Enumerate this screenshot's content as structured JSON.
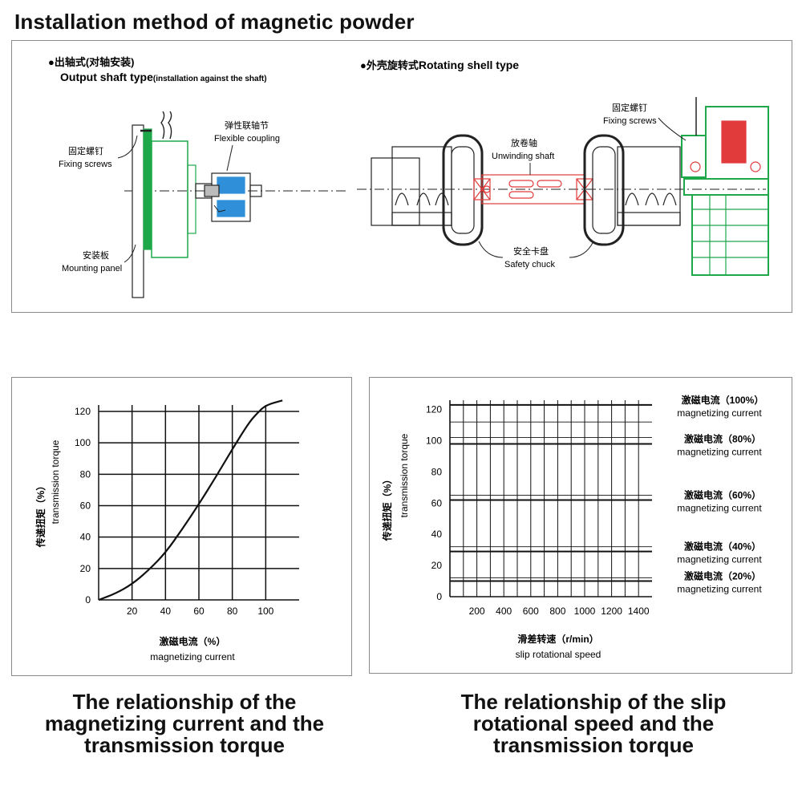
{
  "heading": "Installation method of magnetic powder",
  "installation": {
    "output_shaft": {
      "title_cn": "●出轴式(对轴安装)",
      "title_en": "Output shaft type",
      "title_note": "(installation against the shaft)",
      "fixing_cn": "固定螺钉",
      "fixing_en": "Fixing screws",
      "coupling_cn": "弹性联轴节",
      "coupling_en": "Flexible coupling",
      "panel_cn": "安装板",
      "panel_en": "Mounting panel"
    },
    "rotating_shell": {
      "title_cn": "●外壳旋转式",
      "title_en": "Rotating shell type",
      "fixing_cn": "固定螺钉",
      "fixing_en": "Fixing screws",
      "shaft_cn": "放卷轴",
      "shaft_en": "Unwinding shaft",
      "chuck_cn": "安全卡盘",
      "chuck_en": "Safety chuck"
    },
    "colors": {
      "accent": "#1ea84a",
      "highlight": "#e23b3b",
      "blue": "#2f8fd8"
    }
  },
  "chart_data": [
    {
      "type": "line",
      "ylabel_cn": "传递扭矩（%）",
      "ylabel_en": "transmission torque",
      "xlabel_cn": "激磁电流（%）",
      "xlabel_en": "magnetizing current",
      "x_ticks": [
        "20",
        "40",
        "60",
        "80",
        "100"
      ],
      "y_ticks": [
        "0",
        "20",
        "40",
        "60",
        "80",
        "100",
        "120"
      ],
      "xlim": [
        0,
        120
      ],
      "ylim": [
        0,
        120
      ],
      "grid": true,
      "series": [
        {
          "x": [
            0,
            10,
            20,
            30,
            40,
            50,
            60,
            70,
            80,
            90,
            95,
            100,
            110
          ],
          "y": [
            0,
            4,
            10,
            19,
            30,
            45,
            61,
            78,
            96,
            113,
            119,
            124,
            127
          ]
        }
      ]
    },
    {
      "type": "line",
      "ylabel_cn": "传递扭矩（%）",
      "ylabel_en": "transmission torque",
      "xlabel_cn": "滑差转速（r/min）",
      "xlabel_en": "slip rotational speed",
      "x_ticks": [
        "200",
        "400",
        "600",
        "800",
        "1000",
        "1200",
        "1400"
      ],
      "y_ticks": [
        "0",
        "20",
        "40",
        "60",
        "80",
        "100",
        "120"
      ],
      "xlim": [
        0,
        1500
      ],
      "ylim": [
        0,
        125
      ],
      "grid": true,
      "series": [
        {
          "name_cn": "激磁电流（100%）",
          "name_en": "magnetizing current",
          "x": [
            0,
            1500
          ],
          "y": [
            123,
            123
          ]
        },
        {
          "name_cn": "激磁电流（80%）",
          "name_en": "magnetizing current",
          "x": [
            0,
            1500
          ],
          "y": [
            98,
            98
          ]
        },
        {
          "name_cn": "激磁电流（60%）",
          "name_en": "magnetizing current",
          "x": [
            0,
            1500
          ],
          "y": [
            62,
            62
          ]
        },
        {
          "name_cn": "激磁电流（40%）",
          "name_en": "magnetizing current",
          "x": [
            0,
            1500
          ],
          "y": [
            29,
            29
          ]
        },
        {
          "name_cn": "激磁电流（20%）",
          "name_en": "magnetizing current",
          "x": [
            0,
            1500
          ],
          "y": [
            10,
            10
          ]
        }
      ]
    }
  ],
  "captions": {
    "left": [
      "The relationship of the",
      "magnetizing current and the",
      "transmission torque"
    ],
    "right": [
      "The relationship of the slip",
      "rotational speed and the",
      "transmission torque"
    ]
  }
}
